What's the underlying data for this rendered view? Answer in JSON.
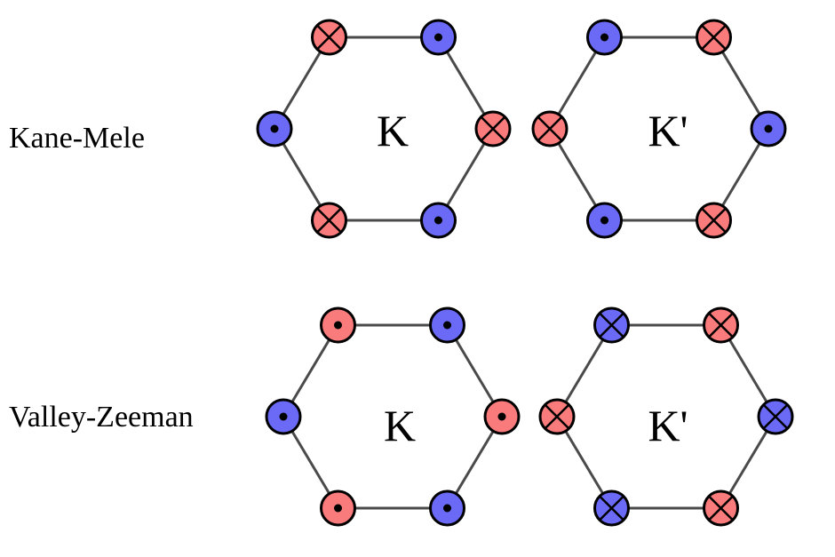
{
  "colors": {
    "spin_red": "#f97b7b",
    "spin_blue": "#6a6af7",
    "edge": "#4a4a4a",
    "outline": "#000000"
  },
  "rows": [
    {
      "label": "Kane-Mele",
      "valleys": [
        {
          "label": "K",
          "sites": [
            {
              "position": "top-left",
              "color": "red",
              "symbol": "cross"
            },
            {
              "position": "top-right",
              "color": "blue",
              "symbol": "dot"
            },
            {
              "position": "right",
              "color": "red",
              "symbol": "cross"
            },
            {
              "position": "bottom-right",
              "color": "blue",
              "symbol": "dot"
            },
            {
              "position": "bottom-left",
              "color": "red",
              "symbol": "cross"
            },
            {
              "position": "left",
              "color": "blue",
              "symbol": "dot"
            }
          ]
        },
        {
          "label": "K'",
          "sites": [
            {
              "position": "top-left",
              "color": "blue",
              "symbol": "dot"
            },
            {
              "position": "top-right",
              "color": "red",
              "symbol": "cross"
            },
            {
              "position": "right",
              "color": "blue",
              "symbol": "dot"
            },
            {
              "position": "bottom-right",
              "color": "red",
              "symbol": "cross"
            },
            {
              "position": "bottom-left",
              "color": "blue",
              "symbol": "dot"
            },
            {
              "position": "left",
              "color": "red",
              "symbol": "cross"
            }
          ]
        }
      ]
    },
    {
      "label": "Valley-Zeeman",
      "valleys": [
        {
          "label": "K",
          "sites": [
            {
              "position": "top-left",
              "color": "red",
              "symbol": "dot"
            },
            {
              "position": "top-right",
              "color": "blue",
              "symbol": "dot"
            },
            {
              "position": "right",
              "color": "red",
              "symbol": "dot"
            },
            {
              "position": "bottom-right",
              "color": "blue",
              "symbol": "dot"
            },
            {
              "position": "bottom-left",
              "color": "red",
              "symbol": "dot"
            },
            {
              "position": "left",
              "color": "blue",
              "symbol": "dot"
            }
          ]
        },
        {
          "label": "K'",
          "sites": [
            {
              "position": "top-left",
              "color": "blue",
              "symbol": "cross"
            },
            {
              "position": "top-right",
              "color": "red",
              "symbol": "cross"
            },
            {
              "position": "right",
              "color": "blue",
              "symbol": "cross"
            },
            {
              "position": "bottom-right",
              "color": "red",
              "symbol": "cross"
            },
            {
              "position": "bottom-left",
              "color": "blue",
              "symbol": "cross"
            },
            {
              "position": "left",
              "color": "red",
              "symbol": "cross"
            }
          ]
        }
      ]
    }
  ]
}
